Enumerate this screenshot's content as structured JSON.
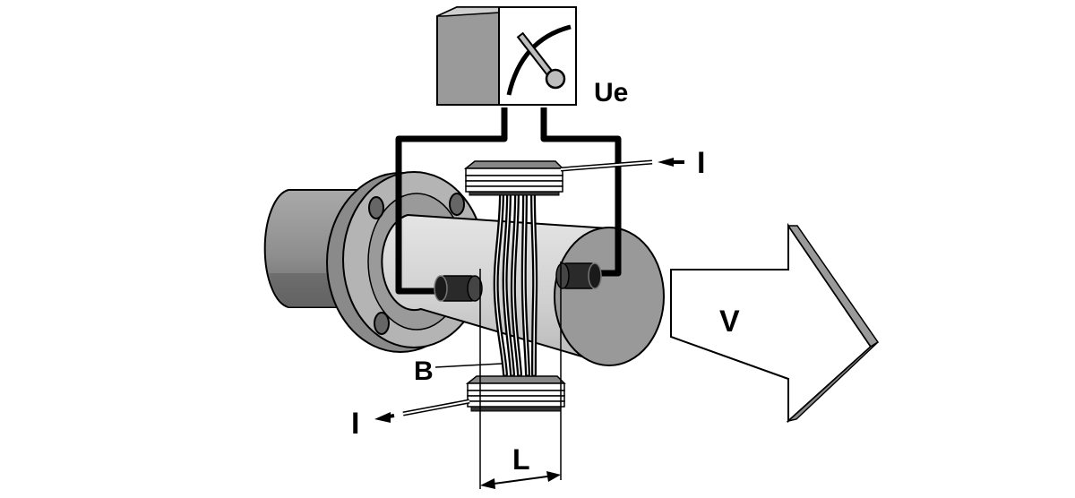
{
  "labels": {
    "voltage": "Ue",
    "current_top": "I",
    "current_bottom": "I",
    "magnetic_field": "B",
    "velocity": "V",
    "electrode_spacing": "L"
  }
}
